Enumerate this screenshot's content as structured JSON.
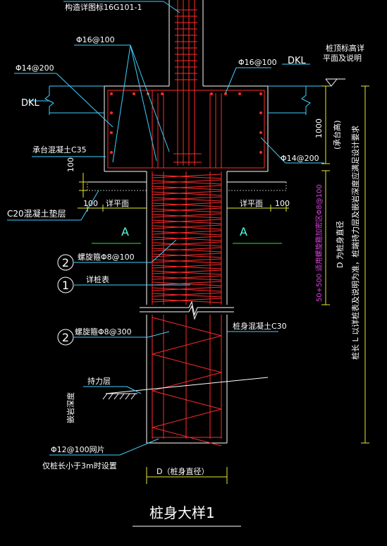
{
  "title": "桩身大样1",
  "labels": {
    "top_ref": "构造详图标16G101-1",
    "phi16_100_left": "Φ16@100",
    "phi16_100_right": "Φ16@100",
    "dkl_right": "DKL",
    "dkl_left": "DKL",
    "phi14_200_left": "Φ14@200",
    "phi14_200_right": "Φ14@200",
    "cap_concrete": "承台混凝土C35",
    "cushion": "C20混凝土垫层",
    "dim_100_vert": "100",
    "dim_100_left": "100",
    "dim_100_right": "100",
    "plan_left": "详平面",
    "plan_right": "详平面",
    "section_a_left": "A",
    "section_a_right": "A",
    "spiral_dense": "螺旋箍Φ8@100",
    "main_bar_ref": "详桩表",
    "spiral_sparse": "螺旋箍Φ8@300",
    "pile_concrete": "桩身混凝土C30",
    "bearing_layer": "持力层",
    "embed_depth": "嵌岩深度",
    "mesh": "Φ12@100网片",
    "mesh_note": "仅桩长小于3m时设置",
    "pile_diameter": "D（桩身直径）",
    "cap_top_note_1": "桩顶标高详",
    "cap_top_note_2": "平面及说明",
    "cap_height": "1000",
    "cap_height_note": "(承台高)",
    "dense_zone": "50+500  适用螺旋箍加密区Φ8@100",
    "side_note_1": "D 为桩身直径",
    "side_note_2": "桩长 L 以详桩表及说明为准，桩端持力层及嵌岩深度应满足设计要求",
    "marker_1": "1",
    "marker_2a": "2",
    "marker_2b": "2"
  },
  "colors": {
    "rebar": "#ff2a2a",
    "leader": "#3fd0ff",
    "stirrup": "#2ee82e",
    "dimension": "#e8e830",
    "highlight": "#e040e0"
  }
}
